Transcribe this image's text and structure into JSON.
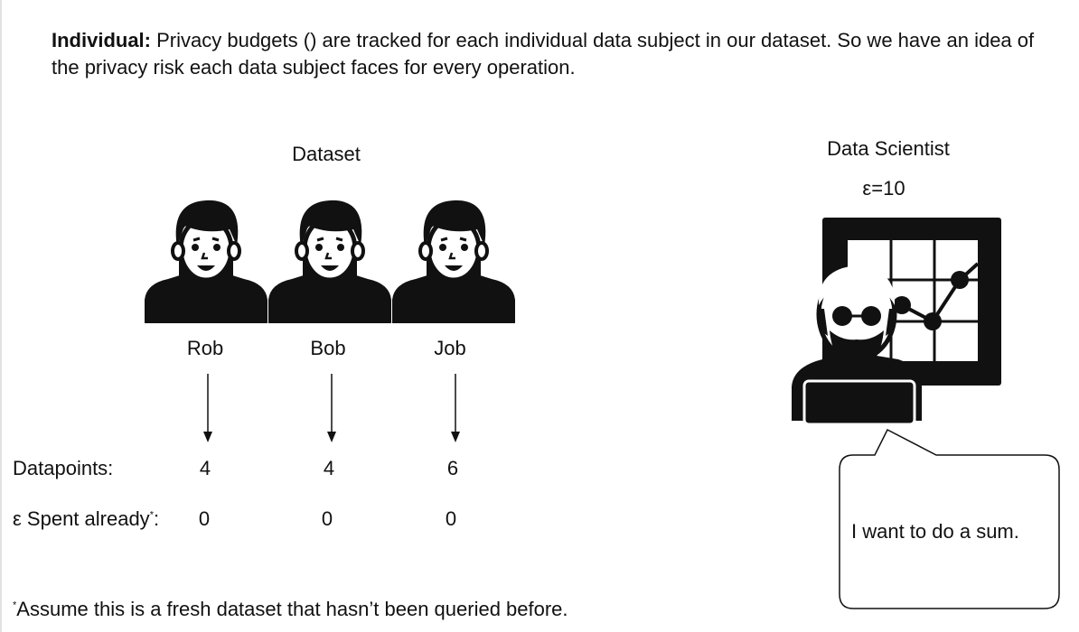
{
  "intro": {
    "bold": "Individual:",
    "text": " Privacy budgets () are tracked for each individual data subject in our dataset. So we have an idea of the privacy risk each data subject faces for every operation."
  },
  "dataset": {
    "title": "Dataset",
    "people": [
      {
        "name": "Rob",
        "datapoints": "4",
        "spent": "0"
      },
      {
        "name": "Bob",
        "datapoints": "4",
        "spent": "0"
      },
      {
        "name": "Job",
        "datapoints": "6",
        "spent": "0"
      }
    ]
  },
  "rows": {
    "datapoints_label": "Datapoints:",
    "spent_label": "ε Spent already",
    "spent_mark": "*",
    "spent_colon": ":"
  },
  "scientist": {
    "title": "Data Scientist",
    "epsilon": "ε=10",
    "speech": "I want to do a sum."
  },
  "footnote": {
    "mark": "*",
    "text": "Assume this is a fresh dataset that hasn’t been queried before."
  }
}
